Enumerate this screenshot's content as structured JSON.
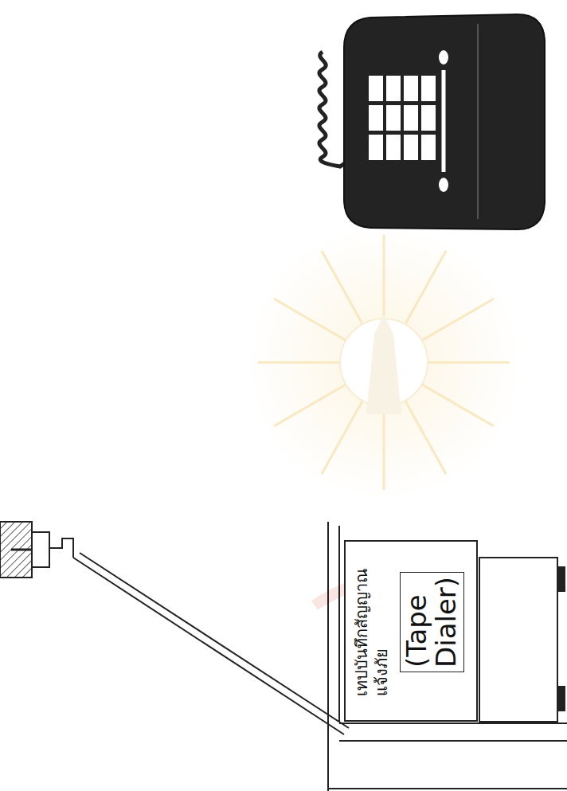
{
  "diagram": {
    "nodes": [
      {
        "text": [
          "เทปบันทึกสัญญาณ แจ้งภัย"
        ]
      },
      {
        "text": [
          "(Tape Dialer)"
        ],
        "in": 0
      }
    ]
  }
}
